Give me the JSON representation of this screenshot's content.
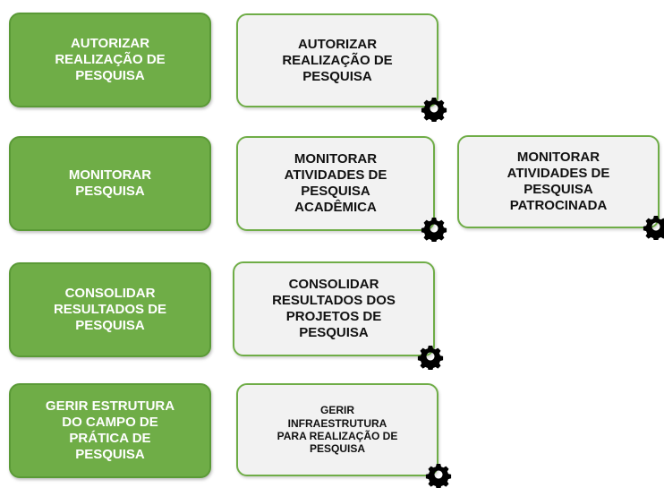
{
  "colors": {
    "process_green": "#6fad47",
    "subprocess_fill": "#f2f2f2",
    "subprocess_border": "#6fad47",
    "gear": "#000000"
  },
  "rows": [
    {
      "process": "AUTORIZAR\nREALIZAÇÃO DE\nPESQUISA",
      "subprocesses": [
        {
          "label": "AUTORIZAR\nREALIZAÇÃO DE\nPESQUISA",
          "icon": "gear-icon"
        }
      ]
    },
    {
      "process": "MONITORAR\nPESQUISA",
      "subprocesses": [
        {
          "label": "MONITORAR\nATIVIDADES DE\nPESQUISA\nACADÊMICA",
          "icon": "gear-icon"
        },
        {
          "label": "MONITORAR\nATIVIDADES DE\nPESQUISA\nPATROCINADA",
          "icon": "gear-icon"
        }
      ]
    },
    {
      "process": "CONSOLIDAR\nRESULTADOS DE\nPESQUISA",
      "subprocesses": [
        {
          "label": "CONSOLIDAR\nRESULTADOS DOS\nPROJETOS DE\nPESQUISA",
          "icon": "gear-icon"
        }
      ]
    },
    {
      "process": "GERIR ESTRUTURA\nDO CAMPO DE\nPRÁTICA DE\nPESQUISA",
      "subprocesses": [
        {
          "label": "GERIR\nINFRAESTRUTURA\nPARA REALIZAÇÃO DE\nPESQUISA",
          "icon": "gear-icon"
        }
      ]
    }
  ]
}
